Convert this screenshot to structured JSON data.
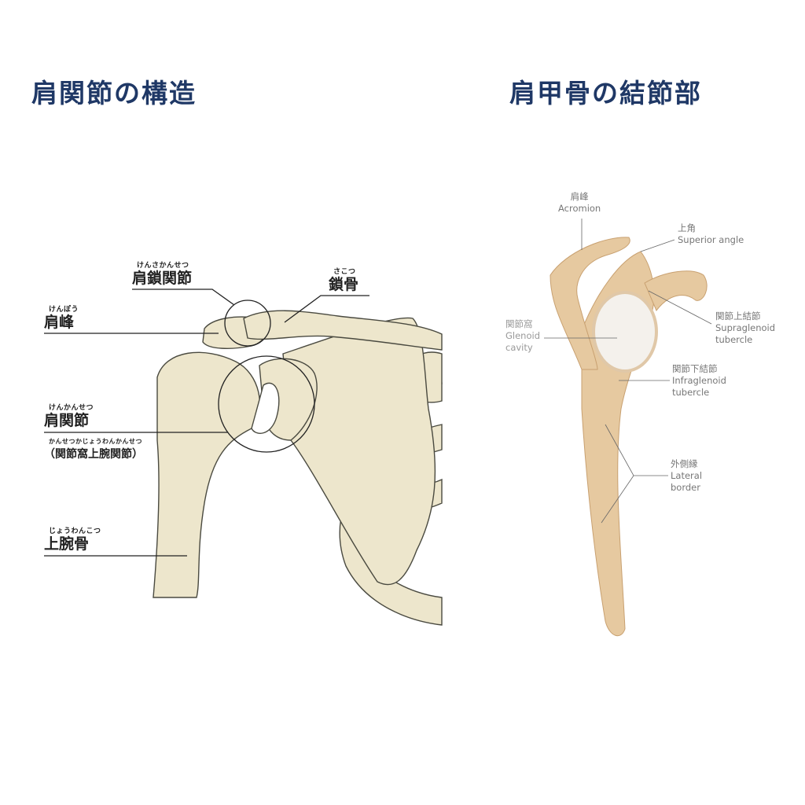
{
  "titles": {
    "left": "肩関節の構造",
    "right": "肩甲骨の結節部"
  },
  "left_labels": {
    "acromioclavicular": {
      "ruby": "けんさかんせつ",
      "text": "肩鎖関節"
    },
    "clavicle": {
      "ruby": "さこつ",
      "text": "鎖骨"
    },
    "acromion": {
      "ruby": "けんぽう",
      "text": "肩峰"
    },
    "shoulder_joint": {
      "ruby": "けんかんせつ",
      "text": "肩関節"
    },
    "glenohumeral": {
      "ruby": "かんせつかじょうわんかんせつ",
      "text": "（関節窩上腕関節）"
    },
    "humerus": {
      "ruby": "じょうわんこつ",
      "text": "上腕骨"
    }
  },
  "right_labels": {
    "acromion": {
      "jp": "肩峰",
      "en": "Acromion"
    },
    "superior_angle": {
      "jp": "上角",
      "en": "Superior angle"
    },
    "glenoid": {
      "jp": "関節窩",
      "en1": "Glenoid",
      "en2": "cavity"
    },
    "supraglenoid": {
      "jp": "関節上結節",
      "en1": "Supraglenoid",
      "en2": "tubercle"
    },
    "infraglenoid": {
      "jp": "関節下結節",
      "en1": "Infraglenoid",
      "en2": "tubercle"
    },
    "lateral_border": {
      "jp": "外側縁",
      "en1": "Lateral",
      "en2": "border"
    }
  },
  "colors": {
    "title": "#1f3866",
    "bone_left": "#ede6cc",
    "bone_right": "#e6c9a0"
  }
}
